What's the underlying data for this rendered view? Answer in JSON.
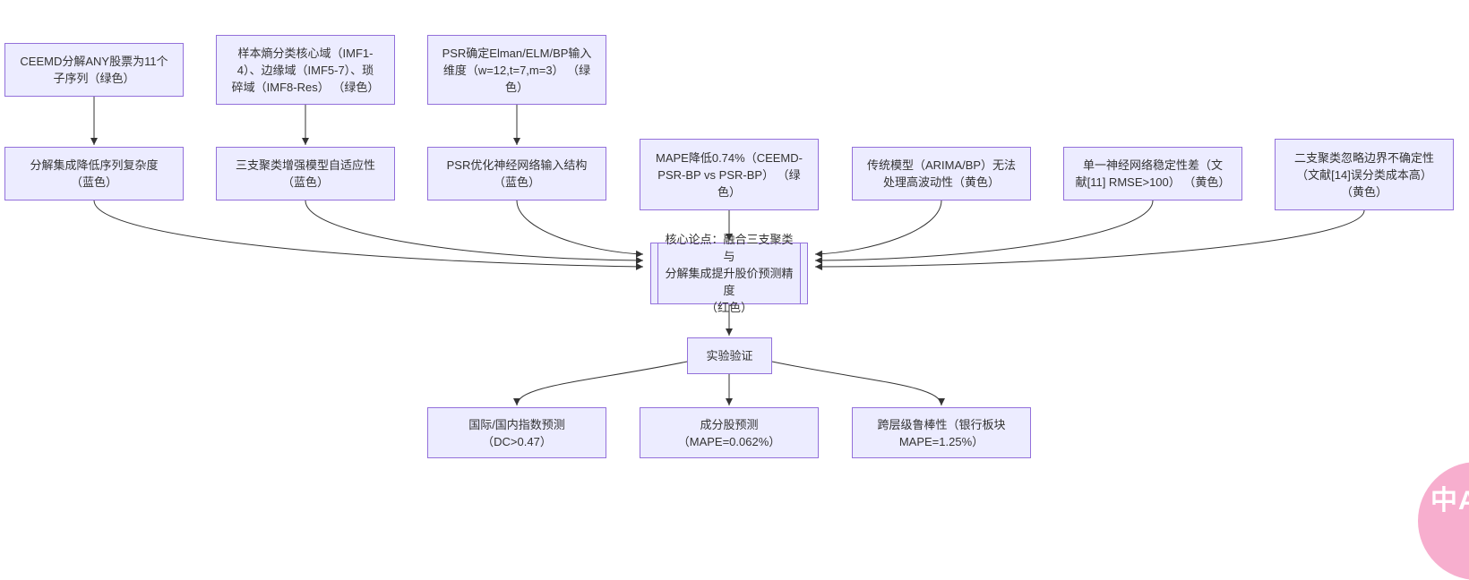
{
  "diagram": {
    "nodes": {
      "ceemd": {
        "label": "CEEMD分解ANY股票为11个\n子序列（绿色）"
      },
      "entropy": {
        "label": "样本熵分类核心域（IMF1-\n4）、边缘域（IMF5-7）、琐\n碎域（IMF8-Res） （绿色）"
      },
      "psr_dim": {
        "label": "PSR确定Elman/ELM/BP输入\n维度（w=12,t=7,m=3） （绿\n色）"
      },
      "complexity": {
        "label": "分解集成降低序列复杂度\n（蓝色）"
      },
      "adaptive": {
        "label": "三支聚类增强模型自适应性\n（蓝色）"
      },
      "input_struct": {
        "label": "PSR优化神经网络输入结构\n（蓝色）"
      },
      "mape_improve": {
        "label": "MAPE降低0.74%（CEEMD-\nPSR-BP vs PSR-BP） （绿\n色）"
      },
      "traditional": {
        "label": "传统模型（ARIMA/BP）无法\n处理高波动性（黄色）"
      },
      "single_nn": {
        "label": "单一神经网络稳定性差（文\n献[11] RMSE>100） （黄色）"
      },
      "two_way": {
        "label": "二支聚类忽略边界不确定性\n（文献[14]误分类成本高）\n（黄色）"
      },
      "core": {
        "label": "核心论点：融合三支聚类与\n分解集成提升股价预测精度\n（红色）"
      },
      "experiment": {
        "label": "实验验证"
      },
      "index_pred": {
        "label": "国际/国内指数预测\n（DC>0.47）"
      },
      "stock_pred": {
        "label": "成分股预测\n（MAPE=0.062%）"
      },
      "robustness": {
        "label": "跨层级鲁棒性（银行板块\nMAPE=1.25%）"
      }
    },
    "edges": [
      {
        "from": "ceemd",
        "to": "complexity"
      },
      {
        "from": "entropy",
        "to": "adaptive"
      },
      {
        "from": "psr_dim",
        "to": "input_struct"
      },
      {
        "from": "complexity",
        "to": "core"
      },
      {
        "from": "adaptive",
        "to": "core"
      },
      {
        "from": "input_struct",
        "to": "core"
      },
      {
        "from": "mape_improve",
        "to": "core"
      },
      {
        "from": "traditional",
        "to": "core"
      },
      {
        "from": "single_nn",
        "to": "core"
      },
      {
        "from": "two_way",
        "to": "core"
      },
      {
        "from": "core",
        "to": "experiment"
      },
      {
        "from": "experiment",
        "to": "index_pred"
      },
      {
        "from": "experiment",
        "to": "stock_pred"
      },
      {
        "from": "experiment",
        "to": "robustness"
      }
    ],
    "colors": {
      "node_fill": "#ECECFF",
      "node_border": "#9370DB",
      "edge": "#333333",
      "text": "#333333",
      "widget_pink": "#F7AECE"
    }
  },
  "watermark": {
    "label": "中A"
  }
}
